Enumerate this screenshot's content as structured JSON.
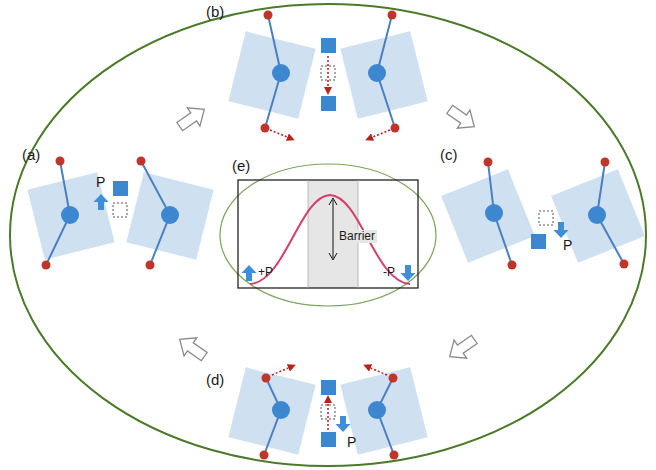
{
  "diagram": {
    "labels": [
      "(a)",
      "P",
      "(b)",
      "(c)",
      "P",
      "(d)",
      "P",
      "(e)",
      "Barrier",
      "+P",
      "-P"
    ]
  }
}
